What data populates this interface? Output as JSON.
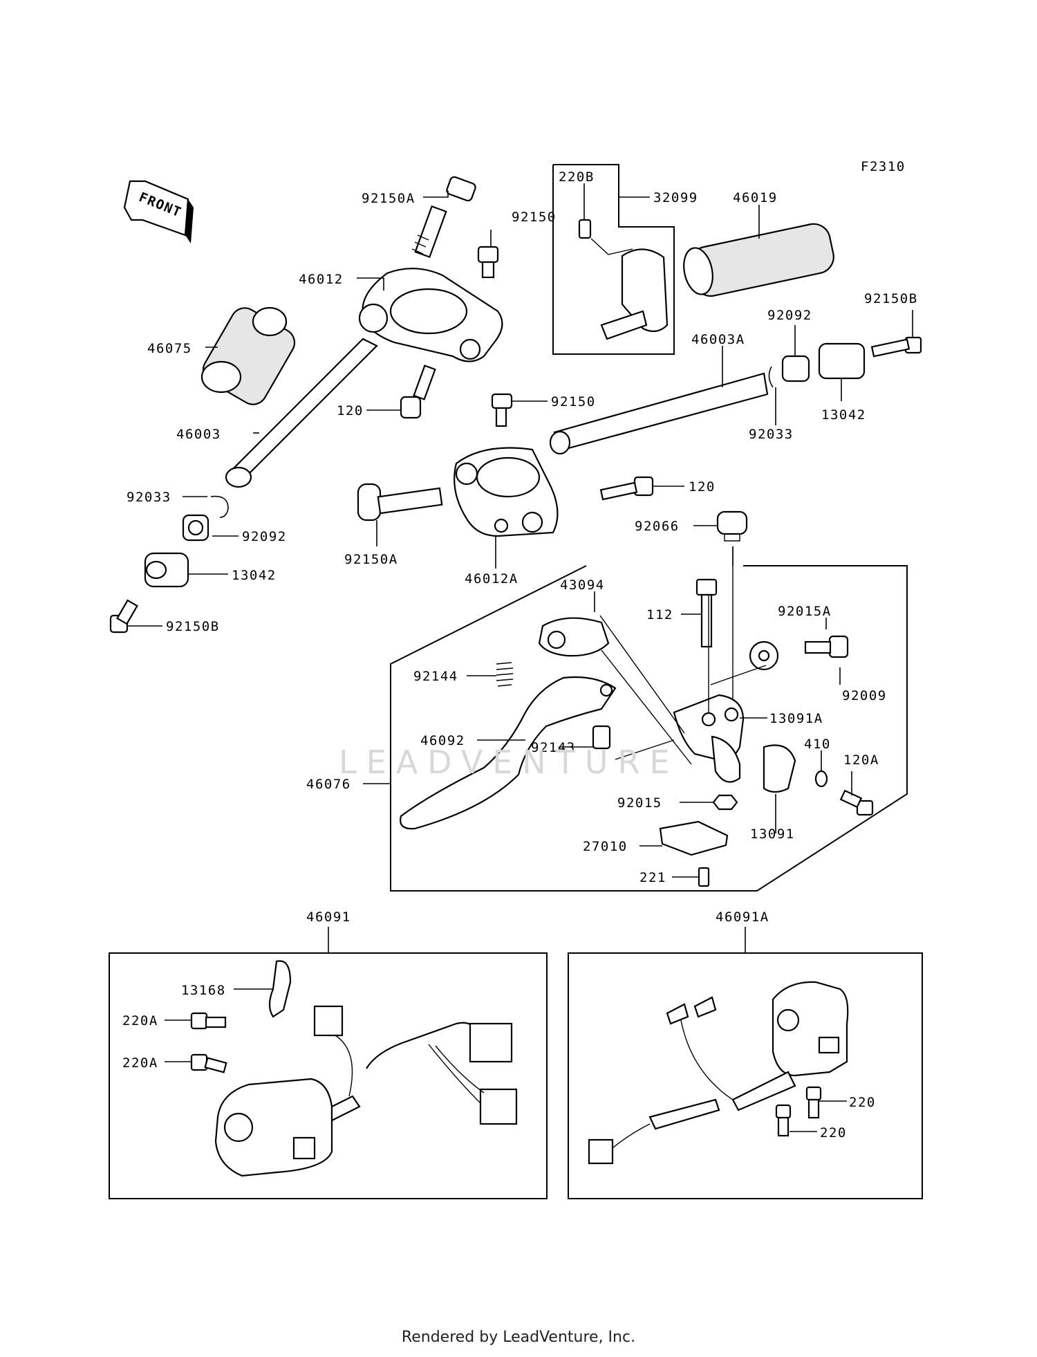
{
  "figure_code": "F2310",
  "front_label": "FRONT",
  "watermark": "LEADVENTURE",
  "credit": "Rendered by LeadVenture, Inc.",
  "labels": {
    "p92150A_top": "92150A",
    "p92150_top": "92150",
    "p46012": "46012",
    "p46075": "46075",
    "p120_left": "120",
    "p46003": "46003",
    "p92033_left": "92033",
    "p92092_left": "92092",
    "p13042_left": "13042",
    "p92150B_left": "92150B",
    "p220B": "220B",
    "p32099": "32099",
    "p46019": "46019",
    "p92150B_right": "92150B",
    "p92092_right": "92092",
    "p46003A": "46003A",
    "p92033_right": "92033",
    "p13042_right": "13042",
    "p92150_mid": "92150",
    "p120_mid": "120",
    "p92150A_mid": "92150A",
    "p46012A": "46012A",
    "p92066": "92066",
    "p43094": "43094",
    "p112": "112",
    "p92015A": "92015A",
    "p92144": "92144",
    "p92009": "92009",
    "p13091A": "13091A",
    "p46092": "46092",
    "p92143": "92143",
    "p410": "410",
    "p120A": "120A",
    "p46076": "46076",
    "p92015": "92015",
    "p13091": "13091",
    "p27010": "27010",
    "p221": "221",
    "p46091": "46091",
    "p46091A": "46091A",
    "p13168": "13168",
    "p220A_1": "220A",
    "p220A_2": "220A",
    "p220_1": "220",
    "p220_2": "220"
  }
}
